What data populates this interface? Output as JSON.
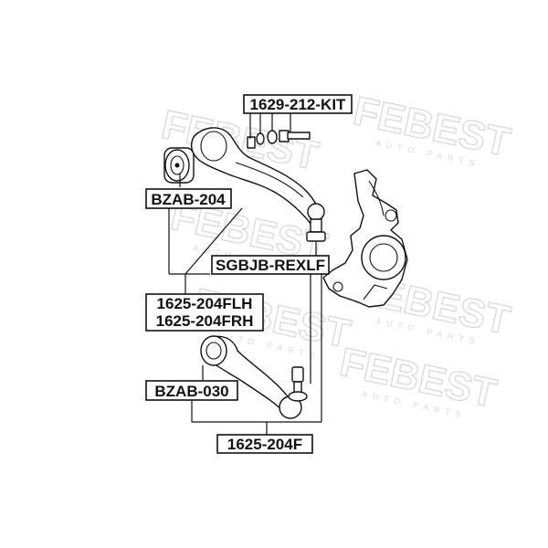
{
  "watermark": {
    "brand": "FEBEST",
    "sub": "AUTO PARTS"
  },
  "labels": {
    "kit": "1629-212-KIT",
    "bush_upper": "BZAB-204",
    "ball_joint": "SGBJB-REXLF",
    "arm_left": "1625-204FLH",
    "arm_right": "1625-204FRH",
    "bush_lower": "BZAB-030",
    "arm_lower": "1625-204F"
  }
}
